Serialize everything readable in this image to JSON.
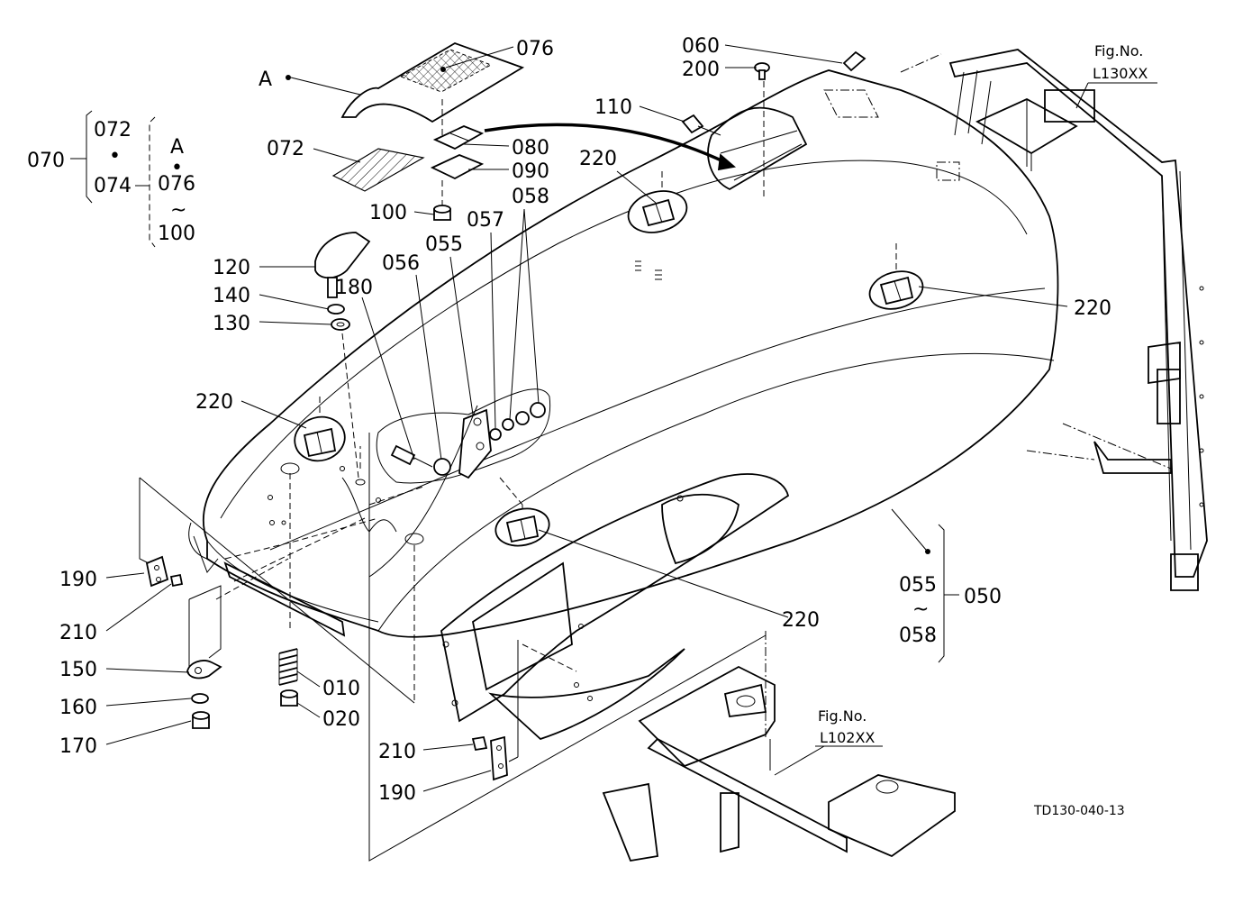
{
  "labels": {
    "l010": "010",
    "l020": "020",
    "l050": "050",
    "l055a": "055",
    "l055b": "055",
    "l056": "056",
    "l057": "057",
    "l058a": "058",
    "l058b": "058",
    "l060": "060",
    "l070": "070",
    "l072a": "072",
    "l072b": "072",
    "l074": "074",
    "l076a": "076",
    "l076b": "076",
    "l080": "080",
    "l090": "090",
    "l100a": "100",
    "l100b": "100",
    "l110": "110",
    "l120": "120",
    "l130": "130",
    "l140": "140",
    "l150": "150",
    "l160": "160",
    "l170": "170",
    "l180": "180",
    "l190a": "190",
    "l190b": "190",
    "l200": "200",
    "l210a": "210",
    "l210b": "210",
    "l220a": "220",
    "l220b": "220",
    "l220c": "220",
    "l220d": "220",
    "lA1": "A",
    "lA2": "A",
    "dot": "•",
    "tilde1": "~",
    "tilde2": "~"
  },
  "figrefs": {
    "fig1_title": "Fig.No.",
    "fig1_ref": "L130XX",
    "fig2_title": "Fig.No.",
    "fig2_ref": "L102XX"
  },
  "drawing_code": "TD130-040-13"
}
